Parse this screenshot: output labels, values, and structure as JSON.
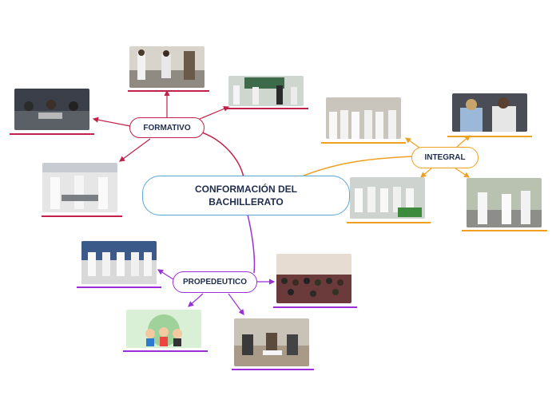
{
  "central": {
    "label": "CONFORMACIÓN DEL\nBACHILLERATO"
  },
  "branches": {
    "formativo": {
      "label": "FORMATIVO",
      "color": "#c2224a"
    },
    "integral": {
      "label": "INTEGRAL",
      "color": "#f0a020"
    },
    "propedeutico": {
      "label": "PROPEDEUTICO",
      "color": "#9a2fd8"
    }
  },
  "colors": {
    "central_border": "#5aa6d6",
    "text": "#1f2d4d"
  }
}
